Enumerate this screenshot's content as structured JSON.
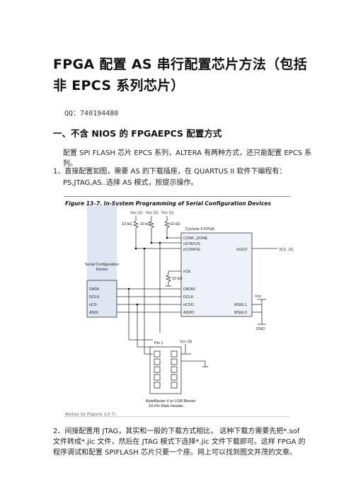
{
  "doc": {
    "title": "FPGA 配置 AS 串行配置芯片方法（包括非 EPCS 系列芯片）",
    "qq": "QQ：740194480",
    "section1": "一、不含 NIOS 的 FPGAEPCS 配置方式",
    "p1": "配置 SPI FLASH 芯片 EPCS 系列，ALTERA 有两种方式，还只能配置 EPCS 系列。",
    "p2_line1": "1、直接配置如图，需要 AS 的下载插座，在 QUARTUS II 软件下编程有：",
    "p2_line2": "PS,JTAG,AS..选择 AS 模式，按提示操作。",
    "p3": "2、间接配置用 JTAG，其实和一般的下载方式相比， 这种下载方需要先把*.sof 文件转成*.jic 文件，然后在 JTAG 模式下选择*.jic 文件下载即可。这样 FPGA 的程序调试和配置 SPIFLASH 芯片只要一个座。网上可以找到图文并茂的文章。"
  },
  "figure": {
    "caption": "Figure 13–7. In-System Programming of Serial Configuration Devices",
    "vcc_labels": [
      "Vcc (1)",
      "Vcc (1)",
      "Vcc (1)"
    ],
    "resistor_labels": [
      "10 kΩ",
      "10 kΩ",
      "10 kΩ"
    ],
    "fpga_title": "Cyclone II FPGA",
    "fpga_pins_left": [
      "CONF_DONE",
      "nSTATUS",
      "nCONFIG",
      "nCE",
      "DATA0",
      "DCLK",
      "nCSO",
      "ASDO"
    ],
    "fpga_pins_right": [
      "nCEO",
      "MSEL1",
      "MSEL0"
    ],
    "nc_label": "N.C. (2)",
    "device_title": "Serial Configuration Device",
    "device_pins": [
      "DATA",
      "DCLK",
      "nCS",
      "ASDI"
    ],
    "nce_resistor": "10 kΩ",
    "vcc_right": "Vcc",
    "gnd": "GND",
    "pin1": "Pin 1",
    "header_vcc": "Vcc (3)",
    "header_caption_1": "ByteBlaster II or USB Blaster",
    "header_caption_2": "10-Pin Male Header",
    "footer_fragment": "Notes to Figure 13-7:"
  }
}
